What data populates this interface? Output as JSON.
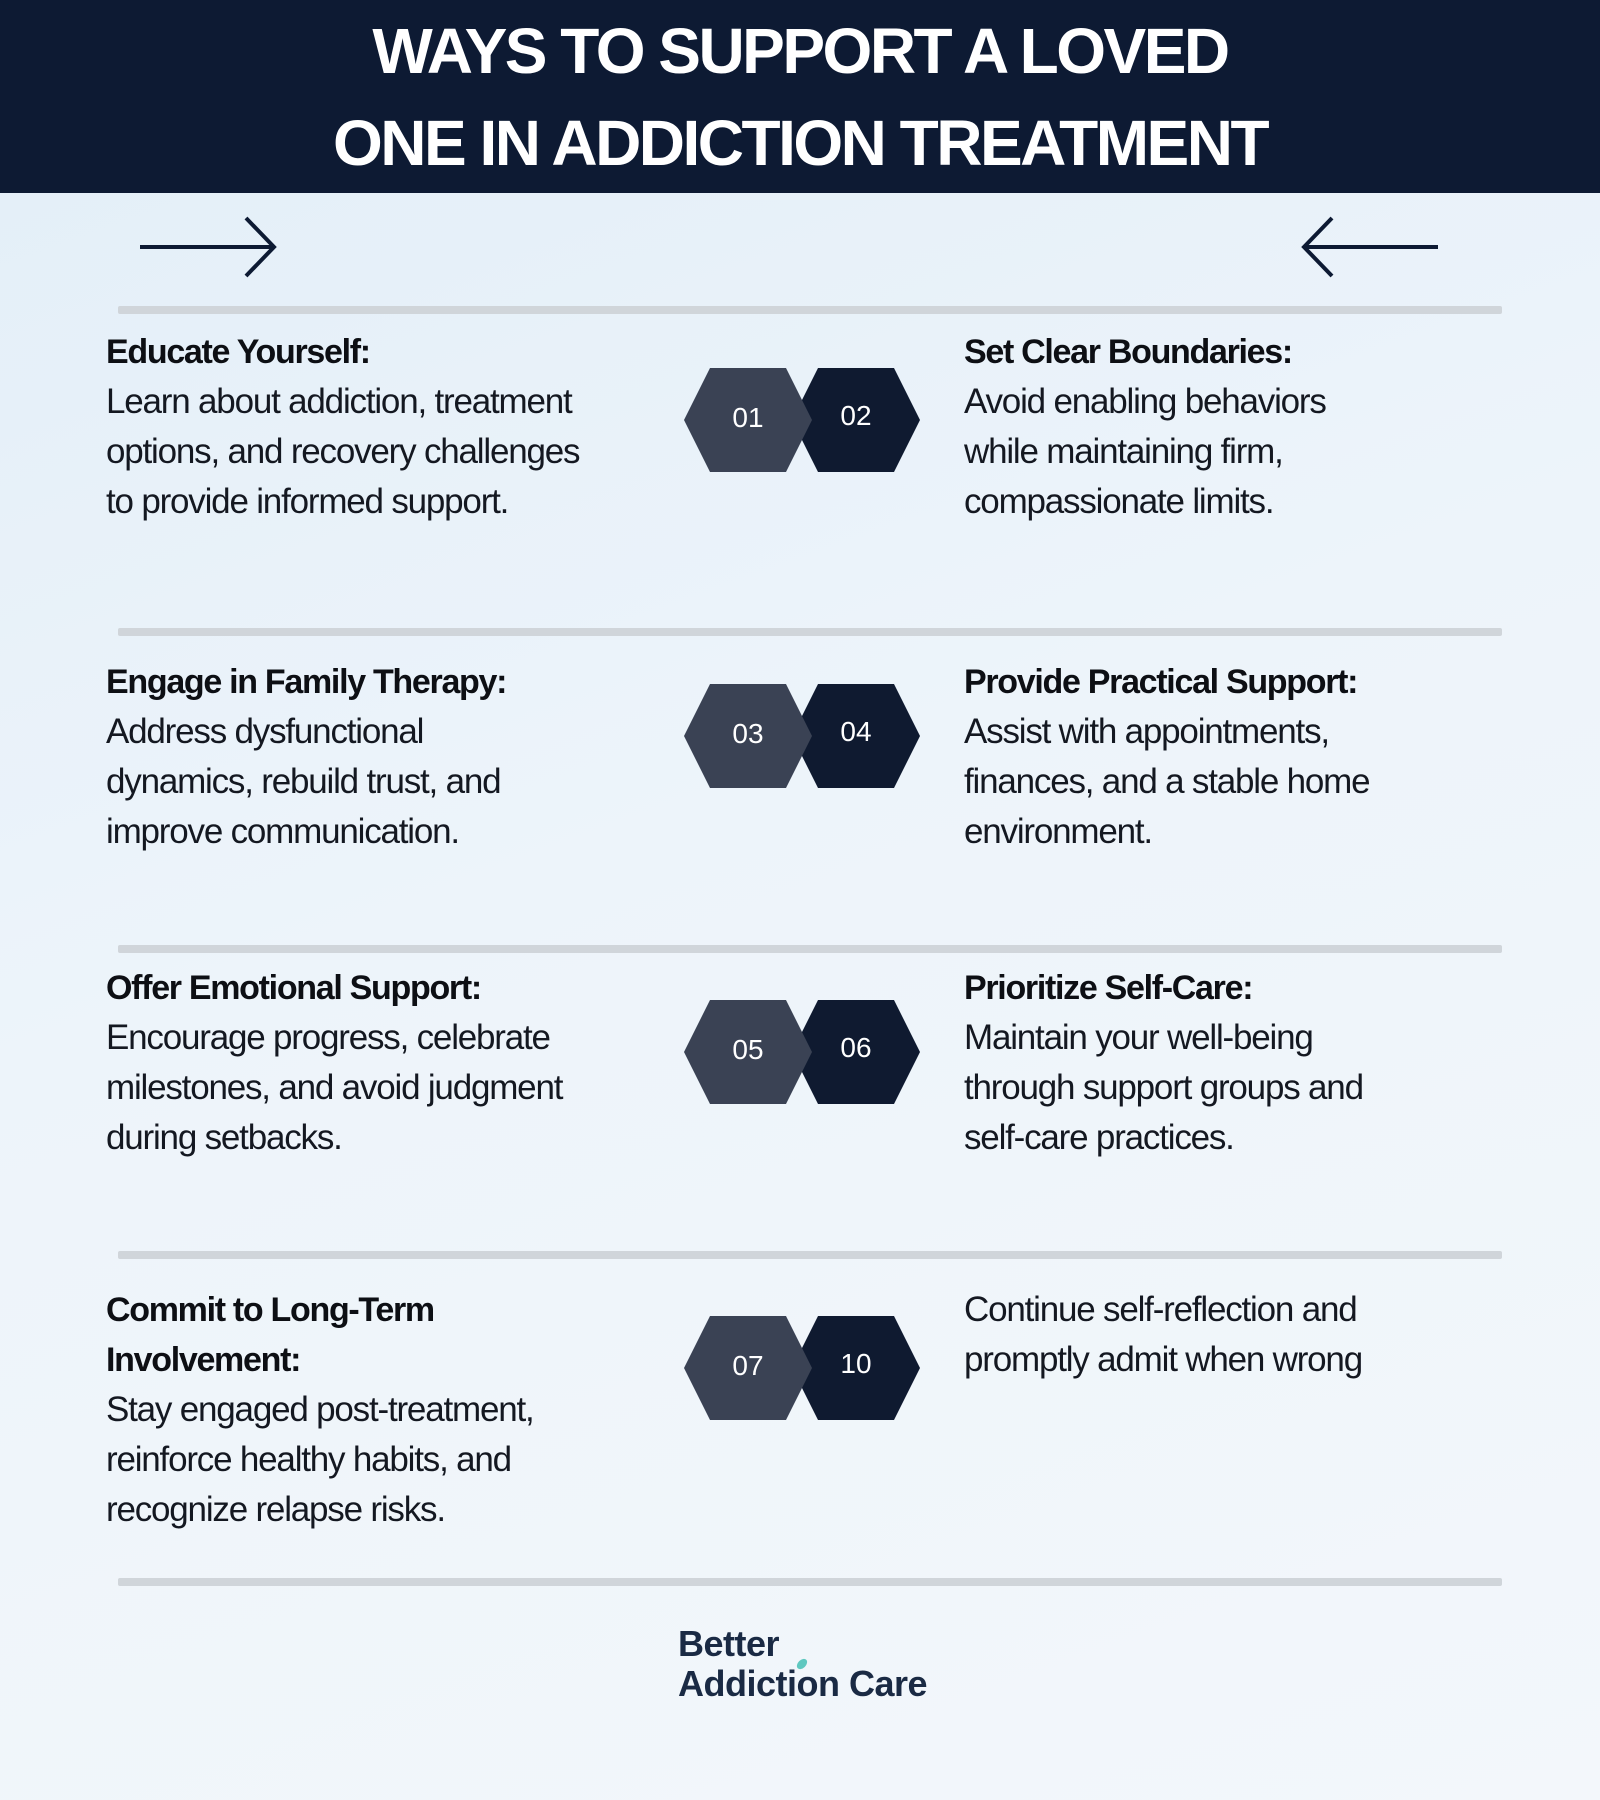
{
  "header": {
    "line1": "WAYS TO SUPPORT A LOVED",
    "line2": "ONE IN ADDICTION TREATMENT"
  },
  "colors": {
    "header_bg": "#0d1a33",
    "hex_light": "#3a4254",
    "hex_dark": "#0f1a30",
    "divider": "#d0d5da"
  },
  "icons": {
    "top_left": "arrow-right-icon",
    "top_right": "arrow-left-icon",
    "logo_mark": "leaf-icon"
  },
  "rows": [
    {
      "num_a": "01",
      "num_b": "02",
      "left": {
        "title": "Educate Yourself:",
        "body": [
          "Learn about addiction, treatment",
          "options, and recovery challenges",
          "to provide informed support."
        ]
      },
      "right": {
        "title": "Set Clear Boundaries:",
        "body": [
          "Avoid enabling behaviors",
          "while maintaining firm,",
          "compassionate limits."
        ]
      }
    },
    {
      "num_a": "03",
      "num_b": "04",
      "left": {
        "title": "Engage in Family Therapy:",
        "body": [
          "Address dysfunctional",
          "dynamics, rebuild trust, and",
          "improve communication."
        ]
      },
      "right": {
        "title": "Provide Practical Support:",
        "body": [
          "Assist with appointments,",
          "finances, and a stable home",
          "environment."
        ]
      }
    },
    {
      "num_a": "05",
      "num_b": "06",
      "left": {
        "title": "Offer Emotional Support:",
        "body": [
          "Encourage progress, celebrate",
          "milestones, and avoid judgment",
          "during setbacks."
        ]
      },
      "right": {
        "title": "Prioritize Self-Care:",
        "body": [
          "Maintain your well-being",
          "through support groups and",
          "self-care practices."
        ]
      }
    },
    {
      "num_a": "07",
      "num_b": "10",
      "left": {
        "title_lines": [
          "Commit to Long-Term",
          "Involvement:"
        ],
        "body": [
          "Stay engaged post-treatment,",
          "reinforce healthy habits, and",
          "recognize relapse risks."
        ]
      },
      "right": {
        "body": [
          "Continue self-reflection and",
          "promptly admit when wrong"
        ]
      }
    }
  ],
  "logo": {
    "line1": "Better",
    "line2": "Addiction Care"
  }
}
